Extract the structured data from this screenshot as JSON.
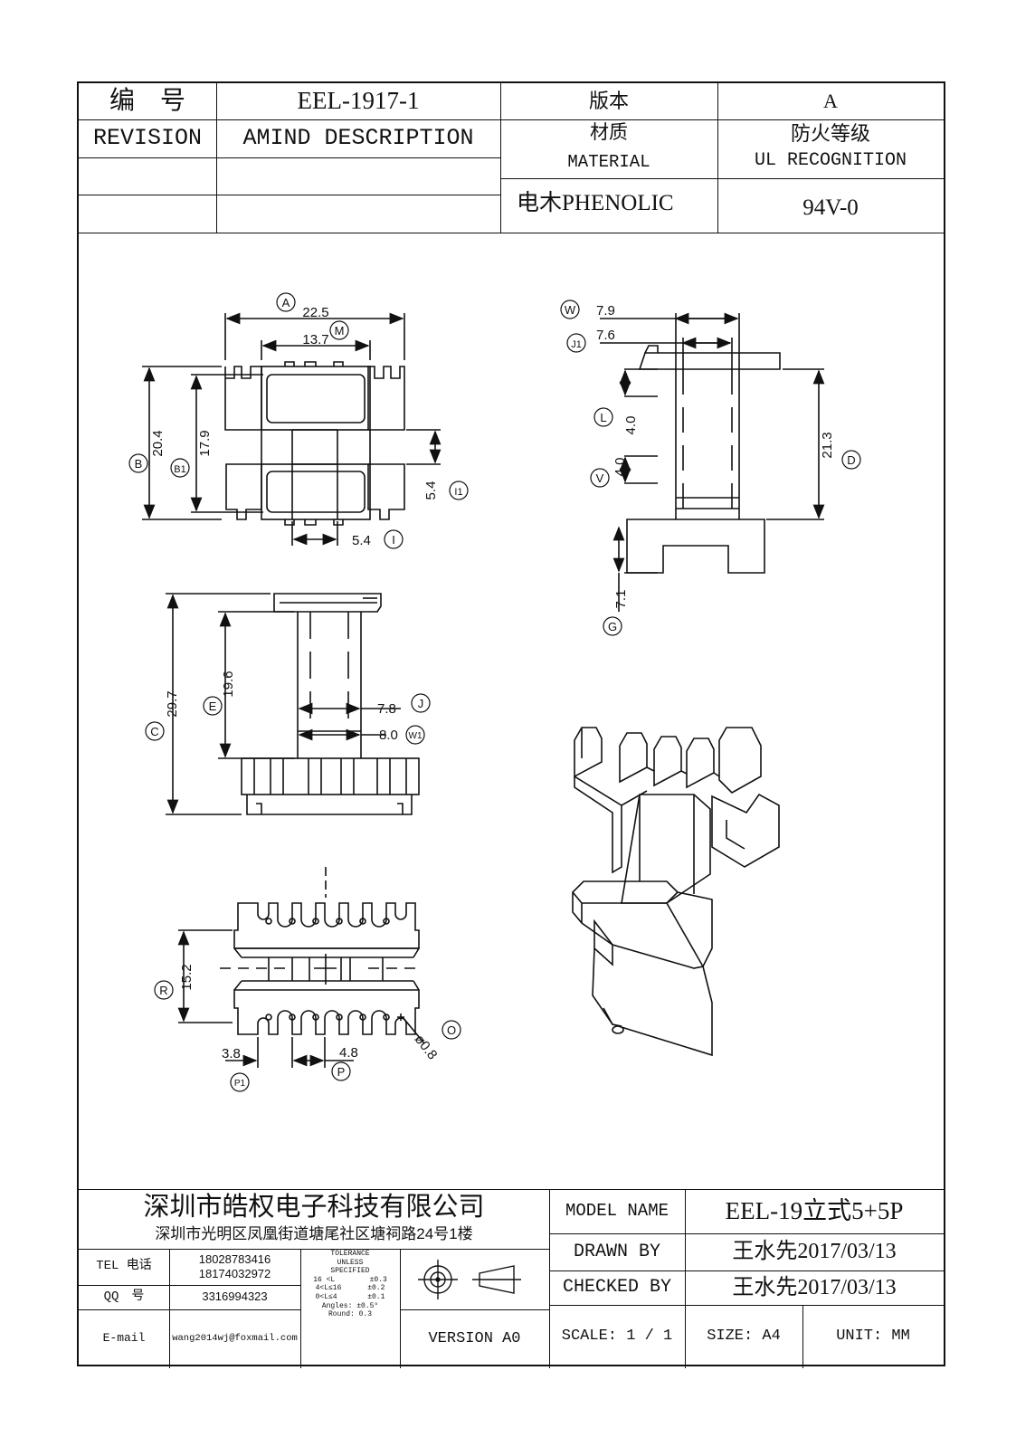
{
  "header": {
    "number_label": "编　号",
    "drawing_no": "EEL-1917-1",
    "version_label": "版本",
    "version_value": "A",
    "revision_label": "REVISION",
    "amind_label": "AMIND DESCRIPTION",
    "material_label_cn": "材质",
    "material_label_en": "MATERIAL",
    "ul_label_cn": "防火等级",
    "ul_label_en": "UL RECOGNITION",
    "material_value": "电木PHENOLIC",
    "ul_value": "94V-0"
  },
  "dimensions": {
    "A": "A",
    "A_val": "22.5",
    "M": "M",
    "M_val": "13.7",
    "B": "B",
    "B_val": "20.4",
    "B1": "B1",
    "B1_val": "17.9",
    "I1": "I1",
    "I1_val": "5.4",
    "I": "I",
    "I_val": "5.4",
    "W": "W",
    "W_val": "7.9",
    "J1": "J1",
    "J1_val": "7.6",
    "L": "L",
    "L_val": "4.0",
    "V": "V",
    "V_val": "4.0",
    "D": "D",
    "D_val": "21.3",
    "G": "G",
    "G_val": "7.1",
    "C": "C",
    "C_val": "29.7",
    "E": "E",
    "E_val": "19.6",
    "J": "J",
    "J_val": "7.8",
    "W1": "W1",
    "W1_val": "8.0",
    "R": "R",
    "R_val": "15.2",
    "P1": "P1",
    "P1_val": "3.8",
    "P": "P",
    "P_val": "4.8",
    "O": "O",
    "O_val": "ø0.8"
  },
  "footer": {
    "company": "深圳市皓权电子科技有限公司",
    "address": "深圳市光明区凤凰街道塘尾社区塘祠路24号1楼",
    "tel_label": "TEL 电话",
    "tel_1": "18028783416",
    "tel_2": "18174032972",
    "qq_label": "QQ　号",
    "qq_value": "3316994323",
    "email_label": "E-mail",
    "email_value": "wang2014wj@foxmail.com",
    "tol_1": "TOLERANCE",
    "tol_2": "UNLESS",
    "tol_3": "SPECIFIED",
    "tol_4": "16 <L        ±0.3",
    "tol_5": "4<L≤16      ±0.2",
    "tol_6": "0<L≤4       ±0.1",
    "tol_7": "Angles: ±0.5°",
    "tol_8": "Round: 0.3",
    "version": "VERSION A0",
    "model_label": "MODEL NAME",
    "model_value": "EEL-19立式5+5P",
    "drawn_label": "DRAWN BY",
    "drawn_value": "王水先2017/03/13",
    "checked_label": "CHECKED BY",
    "checked_value": "王水先2017/03/13",
    "scale": "SCALE: 1 / 1",
    "size": "SIZE: A4",
    "unit": "UNIT: MM"
  }
}
